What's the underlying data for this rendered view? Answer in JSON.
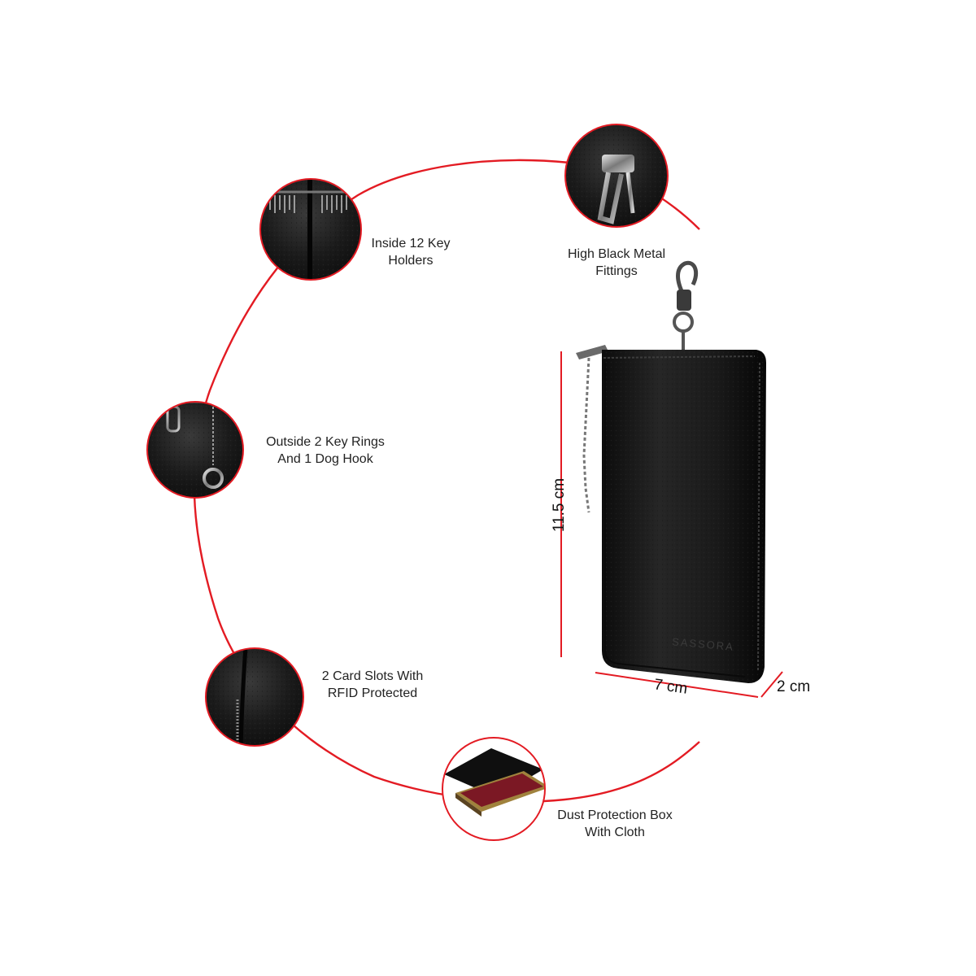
{
  "colors": {
    "accent_line": "#e31b23",
    "dimension_line": "#e31b23",
    "leather": "#141414",
    "background": "#ffffff"
  },
  "features": [
    {
      "id": "key-holders",
      "line1": "Inside 12 Key",
      "line2": "Holders"
    },
    {
      "id": "metal-fittings",
      "line1": "High Black Metal",
      "line2": "Fittings"
    },
    {
      "id": "key-rings",
      "line1": "Outside 2 Key Rings",
      "line2": "And 1 Dog Hook"
    },
    {
      "id": "card-slots",
      "line1": "2 Card Slots With",
      "line2": "RFID Protected"
    },
    {
      "id": "dust-box",
      "line1": "Dust Protection Box",
      "line2": "With Cloth"
    }
  ],
  "dimensions": {
    "height": "11.5 cm",
    "width": "7 cm",
    "depth": "2 cm"
  },
  "product": {
    "brand_mark": "SASSORA"
  }
}
